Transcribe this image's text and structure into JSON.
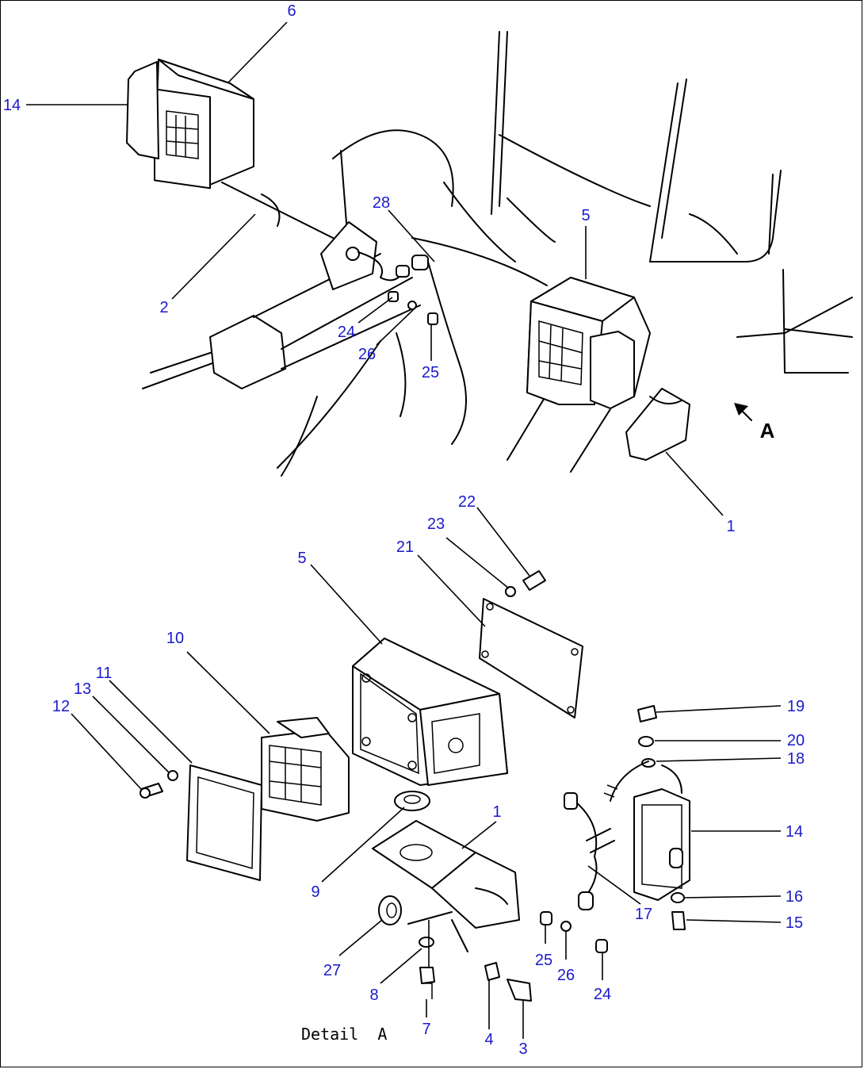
{
  "callouts": {
    "c6_top": "6",
    "c14_top": "14",
    "c28_top": "28",
    "c5_top": "5",
    "c2_top": "2",
    "c24_top": "24",
    "c26_top": "26",
    "c25_top": "25",
    "c1_top": "1",
    "c22": "22",
    "c23": "23",
    "c21": "21",
    "c5_det": "5",
    "c10": "10",
    "c11": "11",
    "c13": "13",
    "c12": "12",
    "c19": "19",
    "c20": "20",
    "c18": "18",
    "c1_det": "1",
    "c14_det": "14",
    "c9": "9",
    "c17": "17",
    "c16": "16",
    "c15": "15",
    "c27": "27",
    "c25_det": "25",
    "c26_det": "26",
    "c24_det": "24",
    "c8": "8",
    "c7": "7",
    "c4": "4",
    "c3": "3"
  },
  "view_marker": "A",
  "detail_caption": "Detail  A",
  "colors": {
    "callout": "#1a1acc",
    "line": "#000000"
  }
}
